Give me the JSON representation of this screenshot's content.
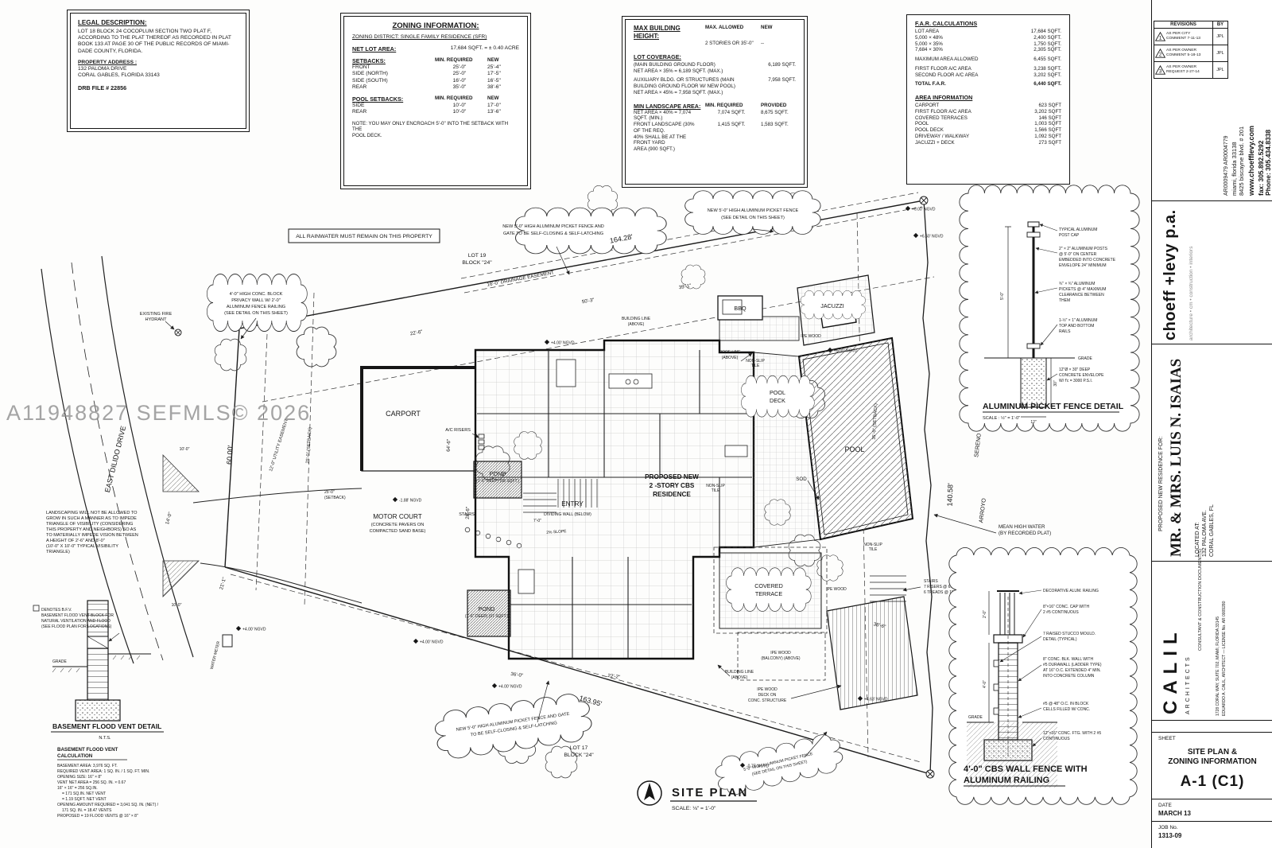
{
  "watermark": "A11948827 SEFMLS© 2026",
  "legal": {
    "title": "LEGAL DESCRIPTION:",
    "body": "LOT 18 BLOCK 24 COCOPLUM SECTION TWO PLAT F, ACCORDING TO THE PLAT THEREOF AS RECORDED IN PLAT BOOK 133 AT PAGE 30 OF THE PUBLIC RECORDS OF MIAMI-DADE COUNTY, FLORIDA.",
    "address_label": "PROPERTY ADDRESS :",
    "address1": "132 PALOMA DRIVE",
    "address2": "CORAL GABLES, FLORIDA 33143",
    "drb": "DRB FILE # 22856"
  },
  "zoning": {
    "title": "ZONING INFORMATION:",
    "district": "ZONING DISTRICT: SINGLE FAMILY RESIDENCE (SFR)",
    "net_lot_label": "NET LOT AREA:",
    "net_lot_value": "17,684 SQFT. = ± 0.40 ACRE",
    "setbacks_title": "SETBACKS:",
    "col_req": "MIN. REQUIRED",
    "col_new": "NEW",
    "setbacks": [
      {
        "name": "FRONT",
        "req": "25'-0\"",
        "val": "25'-4\""
      },
      {
        "name": "SIDE (NORTH)",
        "req": "25'-0\"",
        "val": "17'-5\""
      },
      {
        "name": "SIDE (SOUTH)",
        "req": "16'-0\"",
        "val": "16'-5\""
      },
      {
        "name": "REAR",
        "req": "35'-0\"",
        "val": "38'-6\""
      }
    ],
    "pool_title": "POOL SETBACKS:",
    "pool_setbacks": [
      {
        "name": "SIDE",
        "req": "10'-0\"",
        "val": "17'-0\""
      },
      {
        "name": "REAR",
        "req": "10'-0\"",
        "val": "13'-6\""
      }
    ],
    "note1": "NOTE:  YOU MAY ONLY ENCROACH 5'-0\" INTO THE SETBACK WITH THE",
    "note2": "POOL DECK."
  },
  "height": {
    "title": "MAX BUILDING HEIGHT:",
    "col_allowed": "MAX. ALLOWED",
    "col_new": "NEW",
    "allowed": "2 STORIES OR 35'-0\"",
    "new_val": "--",
    "coverage_title": "LOT COVERAGE:",
    "cov1_l1": "(MAIN BUILDING GROUND FLOOR)",
    "cov1_l2": "NET AREA × 35% = 6,189 SQFT.  (MAX.)",
    "cov1_val": "6,189 SQFT.",
    "cov2_l1": "AUXILIARY BLDG. OR STRUCTURES (MAIN",
    "cov2_l2": "BUILDING GROUND FLOOR W/ NEW POOL)",
    "cov2_l3": "NET AREA × 45% = 7,958 SQFT.  (MAX.)",
    "cov2_val": "7,958 SQFT.",
    "landscape_title": "MIN LANDSCAPE AREA:",
    "col_req": "MIN. REQUIRED",
    "col_prov": "PROVIDED",
    "ls1_desc": "NET AREA × 40% = 7,074 SQFT. (MIN.)",
    "ls1_req": "7,074 SQFT.",
    "ls1_prov": "8,675 SQFT.",
    "ls2_l1": "FRONT LANDSCAPE (30% OF THE REQ.",
    "ls2_l2": "40% SHALL BE AT THE FRONT YARD",
    "ls2_l3": "AREA (900 SQFT.)",
    "ls2_req": "1,415 SQFT.",
    "ls2_prov": "1,583 SQFT."
  },
  "far": {
    "title": "F.A.R. CALCULATIONS",
    "rows": [
      {
        "label": "LOT AREA",
        "val": "17,684 SQFT."
      },
      {
        "label": "5,000 × 48%",
        "val": "2,400 SQFT."
      },
      {
        "label": "5,000 × 35%",
        "val": "1,750 SQFT."
      },
      {
        "label": "7,684 × 30%",
        "val": "2,305 SQFT."
      },
      {
        "label": "MAXIMUM AREA ALLOWED",
        "val": "6,455 SQFT."
      },
      {
        "label": "FIRST FLOOR A/C AREA",
        "val": "3,238 SQFT."
      },
      {
        "label": "SECOND FLOOR A/C AREA",
        "val": "3,202 SQFT."
      },
      {
        "label": "TOTAL F.A.R.",
        "val": "6,440 SQFT."
      }
    ],
    "area_title": "AREA INFORMATION",
    "area_rows": [
      {
        "label": "CARPORT",
        "val": "623 SQFT"
      },
      {
        "label": "FIRST FLOOR A/C AREA",
        "val": "3,202 SQFT"
      },
      {
        "label": "COVERED TERRACES",
        "val": "146 SQFT"
      },
      {
        "label": "POOL",
        "val": "1,003 SQFT"
      },
      {
        "label": "POOL DECK",
        "val": "1,566 SQFT"
      },
      {
        "label": "DRIVEWAY / WALKWAY",
        "val": "1,092 SQFT"
      },
      {
        "label": "JACUZZI + DECK",
        "val": "273 SQFT"
      }
    ]
  },
  "revisions": {
    "title": "REVISIONS",
    "by": "BY",
    "rows": [
      {
        "num": "1",
        "line1": "AS PER CITY",
        "line2": "COMMENT 7-11-13",
        "by": "JPL"
      },
      {
        "num": "2",
        "line1": "AS PER OWNER",
        "line2": "COMMENT 5-18-13",
        "by": "JPL"
      },
      {
        "num": "3",
        "line1": "AS PER OWNER",
        "line2": "REQUEST 2-27-14",
        "by": "JPL"
      }
    ]
  },
  "titleblock": {
    "phone": "Phone: 305.434.8338",
    "fax": "fax: 305.892.5292",
    "web": "www.choefflevy.com",
    "addr": "8425 biscayne blvd. # 201",
    "addr2": "miami, florida 33138",
    "lic": "AR0009479   AR0004779",
    "firm": "choeff +levy p.a.",
    "firm_sub": "architecture • cm • construction • interiors",
    "project_label": "PROPOSED NEW RESIDENCE FOR:",
    "project": "MR. & MRS. LUIS N. ISAIAS",
    "located1": "LOCATED AT:",
    "located2": "132 PALOMA AVE.",
    "located3": "CORAL GABLES, FL",
    "consultant": "CONSULTANT & CONSTRUCTION DOCUMENT(S)",
    "calil": "CALIL",
    "architects": "ARCHITECTS",
    "calil_addr": "1728 CORAL WAY, SUITE 702, MIAMI, FLORIDA 33145",
    "calil_lic": "EDUARDO A. CALIL, ARCHITECT — LICENSE No. AR 0009280",
    "sheet_label": "SHEET",
    "sheet_title1": "SITE PLAN &",
    "sheet_title2": "ZONING INFORMATION",
    "sheet_no": "A-1 (C1)",
    "date_label": "DATE",
    "date_value": "MARCH 13",
    "job_label": "JOB No.",
    "job_value": "1313-09"
  },
  "plan": {
    "rainwater": "ALL RAINWATER MUST REMAIN ON THIS PROPERTY",
    "street": "EAST DILIDO DRIVE",
    "hydrant": [
      "EXISTING FIRE",
      "HYDRANT"
    ],
    "lot19": [
      "LOT 19",
      "BLOCK \"24\""
    ],
    "lot17": [
      "LOT 17",
      "BLOCK \"24\""
    ],
    "drainage": "16'-0\" DRAINAGE EASEMENT",
    "utility": "12'-0\" UTILITY EASEMENT",
    "water_meter": "WATER METER",
    "fence_gate_n": [
      "NEW 5'-0\" HIGH ALUMINUM PICKET FENCE AND",
      "GATE TO BE SELF-CLOSING & SELF-LATCHING"
    ],
    "fence_detail_n": [
      "NEW 5'-0\" HIGH ALUMINUM PICKET FENCE",
      "(SEE DETAIL ON THIS SHEET)"
    ],
    "fence_gate_s": [
      "NEW 5'-0\" HIGH ALUMINUM PICKET FENCE AND GATE",
      "TO BE SELF-CLOSING & SELF-LATCHING"
    ],
    "fence_detail_s": [
      "5'-0\" HIGH ALUMINUM PICKET FENCE",
      "(SEE DETAIL ON THIS SHEET)"
    ],
    "privacy_wall": [
      "4'-0\" HIGH CONC. BLOCK",
      "PRIVACY WALL W/ 2'-0\"",
      "ALUMINUM FENCE RAILING",
      "(SEE DETAIL ON THIS SHEET)"
    ],
    "carport": "CARPORT",
    "motor_court": [
      "MOTOR COURT",
      "(CONCRETE PAVERS ON",
      "COMPACTED SAND BASE)"
    ],
    "residence": [
      "PROPOSED NEW",
      "2 -STORY CBS",
      "RESIDENCE"
    ],
    "entry": "ENTRY",
    "dividing_wall": "DIVIDING WALL (BELOW)",
    "stairs_small": "STAIRS",
    "pond": "POND",
    "pond1_sub": "(1'-6\" DEEP)  (58 SQFT.)",
    "pond2_sub": "(1'-6\" DEEP)  (97 SQFT.)",
    "pool": "POOL",
    "pool_deck": [
      "POOL",
      "DECK"
    ],
    "jacuzzi": "JACUZZI",
    "bbq": "BBQ",
    "terrace": [
      "COVERED",
      "TERRACE"
    ],
    "ipe_deck": [
      "IPE WOOD",
      "DECK ON",
      "CONC. STRUCTURE"
    ],
    "ipe_wood": "IPE WOOD",
    "balcony": [
      "IPE WOOD",
      "(BALCONY) (ABOVE)"
    ],
    "building_line": [
      "BUILDING LINE",
      "(ABOVE)"
    ],
    "roof_line": [
      "ROOF LINE",
      "(ABOVE)"
    ],
    "non_slip": [
      "NON-SLIP",
      "TILE"
    ],
    "sod": "SOD",
    "stairs_se": [
      "STAIRS",
      "7 RISERS @ 6.5\" EACH.",
      "6 TREADS @ 11\" EACH."
    ],
    "ac_risers": "A/C RISERS",
    "mhw": [
      "MEAN HIGH WATER",
      "(BY RECORDED PLAT)"
    ],
    "sereno": "SERENO",
    "arroyo": "ARROYO",
    "visibility": [
      "LANDSCAPING WILL NOT BE ALLOWED TO",
      "GROW IN SUCH A MANNER AS TO IMPEDE",
      "TRIANGLE OF VISIBILITY (CONSIDERING",
      "THIS PROPERTY AND NEIGHBORS) SO AS",
      "TO MATERIALLY IMPEDE VISION BETWEEN",
      "A HEIGHT OF 2'-6\" AND 8'-0\"",
      "(10'-0\" X 10'-0\" TYPICAL VISIBILITY",
      "TRIANGLE)"
    ],
    "bfv": [
      "DENOTES B.F.V.",
      "BASEMENT FLOOD VENT BLOCK FOR",
      "NATURAL VENTILATION AND FLOOD",
      "(SEE FLOOD PLAN FOR LOCATIONS)"
    ],
    "site_title": "SITE PLAN",
    "site_scale": "SCALE: ⅛\" = 1'-0\"",
    "dims": {
      "d164": "164.28'",
      "d60": "60.00'",
      "d163": "163.95'",
      "d140": "140.58'",
      "front_setback": "25'-0\" (SETBACK)",
      "rear_setback": "35'-0\" (SETBACK)",
      "setback25": "25'-0\"",
      "setback_word": "(SETBACK)",
      "d50": "50'-3\"",
      "d39": "39'-1\"",
      "d22": "22'-6\"",
      "d64": "64'-6\"",
      "d28": "28'-6\"",
      "d38": "38'-6\"",
      "d222": "22'-2\"",
      "d36": "36'-0\"",
      "d14": "14'-0\"",
      "d21": "21'-1\"",
      "d10": "10'-0\"",
      "d7": "7'-0\"",
      "slope": "2% SLOPE"
    },
    "elevs": [
      "+4.00' NGVD",
      "+6.50' NGVD",
      "+6.30' NGVD",
      "-1.88' NGVD",
      "-0.75' NGVD",
      "+4.63' NGVD",
      "+6.00' NGVD"
    ]
  },
  "details": {
    "picket": {
      "title": "ALUMINUM PICKET FENCE DETAIL",
      "scale": "SCALE : ½\" = 1'-0\"",
      "grade": "GRADE",
      "dim_height": "5'-0\"",
      "dim_depth": "30\"",
      "dim_width": "12\"",
      "notes": [
        [
          "TYPICAL ALUMINUM",
          "POST CAP"
        ],
        [
          "2\" × 2\" ALUMINUM POSTS",
          "@ 5'-0\" ON CENTER",
          "EMBEDDED INTO CONCRETE",
          "ENVELOPE 24\" MINIMUM"
        ],
        [
          "¾\" × ¾\" ALUMINUM",
          "PICKETS @ 4\" MAXIMUM",
          "CLEARANCE BETWEEN",
          "THEM"
        ],
        [
          "1-½\" × 1\" ALUMINUM",
          "TOP AND BOTTOM",
          "RAILS"
        ],
        [
          "12\"Ø × 30\" DEEP",
          "CONCRETE ENVELOPE",
          "W/ f'c = 3000 P.S.I."
        ]
      ]
    },
    "cbs": {
      "title1": "4'-0\" CBS WALL FENCE WITH",
      "title2": "ALUMINUM RAILING",
      "grade": "GRADE",
      "dim1": "2'-0\"",
      "dim2": "4'-0\"",
      "notes": [
        [
          "DECORATIVE ALUM. RAILING"
        ],
        [
          "8\"×16\" CONC. CAP WITH",
          "2 #5 CONTINUOUS"
        ],
        [
          "7 RAISED STUCCO MOULD.",
          "DETAIL (TYPICAL)"
        ],
        [
          "8\" CONC. BLK. WALL WITH",
          "#5 DURAWALL (LADDER TYPE)",
          "AT 16\" O.C. EXTENDED 4\" MIN.",
          "INTO CONCRETE COLUMN"
        ],
        [
          "#5 @ 48\" O.C. IN BLOCK",
          "CELLS FILLED W/ CONC."
        ],
        [
          "12\"×16\" CONC. FTG. WITH 2 #5",
          "CONTINUOUS"
        ]
      ]
    },
    "flood": {
      "title": "BASEMENT FLOOD VENT DETAIL",
      "nts": "N.T.S.",
      "grade": "GRADE",
      "calc_title1": "BASEMENT FLOOD VENT",
      "calc_title2": "CALCULATION",
      "calc": [
        "BASEMENT AREA: 3,976 SQ. FT.",
        "REQUIRED VENT AREA: 1 SQ. IN. / 1 SQ. FT. MIN.",
        "OPENING SIZE: 16\" × 8\"",
        "VENT NET AREA = 256 SQ. IN. × 0.67",
        "16\" × 16\" = 256 SQ.IN.",
        "= 171 SQ.IN. NET VENT",
        "= 1.19 SQFT. NET VENT",
        "OPENING AMOUNT REQUIRED = 3,041 SQ. IN. (NET) /",
        "171 SQ. IN. = 18.47 VENTS",
        "PROPOSED = 19 FLOOD VENTS @ 16\" × 8\""
      ]
    }
  }
}
